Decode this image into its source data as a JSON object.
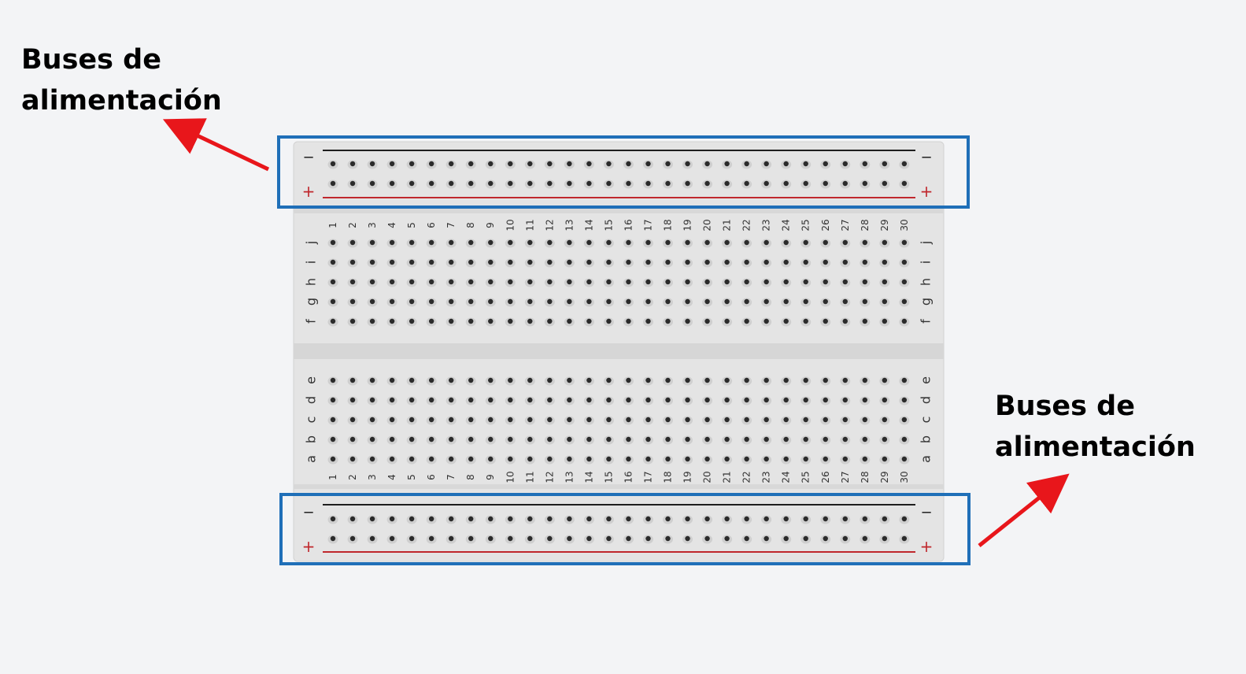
{
  "annotations": {
    "top": {
      "line1": "Buses de",
      "line2": "alimentación"
    },
    "bottom": {
      "line1": "Buses de",
      "line2": "alimentación"
    }
  },
  "breadboard": {
    "columns": 30,
    "rail_labels": {
      "minus": "−",
      "plus": "+"
    },
    "top_rows": [
      "j",
      "i",
      "h",
      "g",
      "f"
    ],
    "bottom_rows": [
      "e",
      "d",
      "c",
      "b",
      "a"
    ]
  },
  "colors": {
    "background": "#f3f4f6",
    "board": "#e4e4e4",
    "board_border": "#d2d2d2",
    "hole": "#2b2b2b",
    "label": "#333333",
    "rail_negative": "#1e1e1e",
    "rail_positive": "#c0282d",
    "highlight_box": "#1f6fb8",
    "arrow": "#e8161b"
  }
}
